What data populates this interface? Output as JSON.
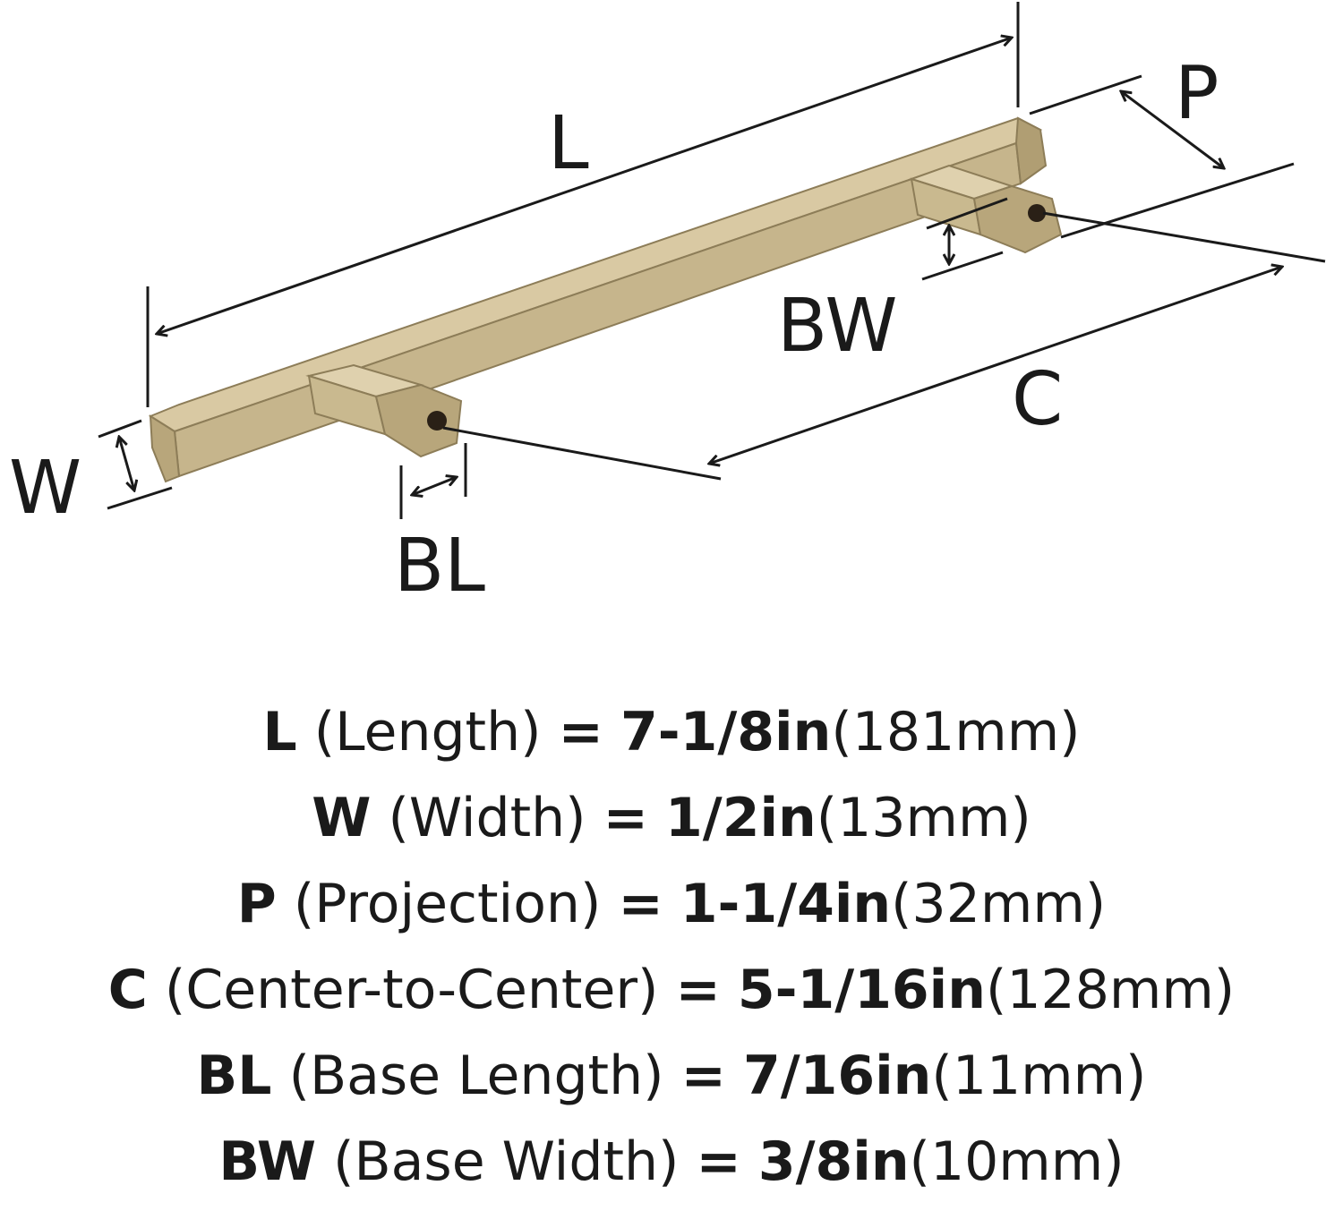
{
  "diagram": {
    "labels": {
      "L": "L",
      "P": "P",
      "BW": "BW",
      "C": "C",
      "W": "W",
      "BL": "BL"
    },
    "colors": {
      "metal_light": "#d9c9a3",
      "metal_mid": "#c6b58c",
      "metal_dark": "#a8966c",
      "line": "#1a1a1a",
      "hole": "#2a2016"
    }
  },
  "specs": [
    {
      "key": "L",
      "name": "(Length)",
      "eq": "=",
      "imperial": "7-1/8in",
      "metric": "(181mm)"
    },
    {
      "key": "W",
      "name": "(Width)",
      "eq": "=",
      "imperial": "1/2in",
      "metric": "(13mm)"
    },
    {
      "key": "P",
      "name": "(Projection)",
      "eq": "=",
      "imperial": "1-1/4in",
      "metric": "(32mm)"
    },
    {
      "key": "C",
      "name": "(Center-to-Center)",
      "eq": "=",
      "imperial": "5-1/16in",
      "metric": "(128mm)"
    },
    {
      "key": "BL",
      "name": "(Base Length)",
      "eq": "=",
      "imperial": "7/16in",
      "metric": "(11mm)"
    },
    {
      "key": "BW",
      "name": "(Base Width)",
      "eq": "=",
      "imperial": "3/8in",
      "metric": "(10mm)"
    }
  ]
}
